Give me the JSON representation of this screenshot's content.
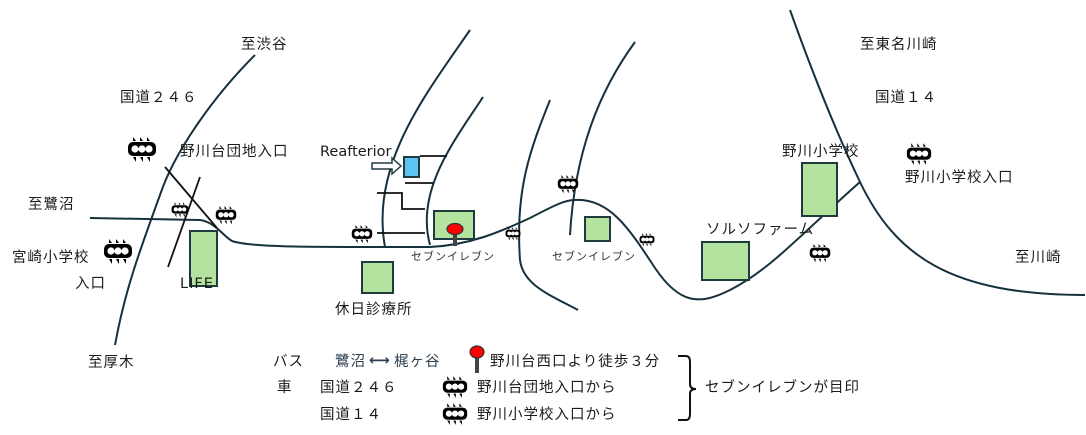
{
  "colors": {
    "building": "#b4e3a0",
    "highlight_building": "#5bc4f0",
    "pin": "#ff0000",
    "road": "#17303d"
  },
  "icons": {
    "traffic_light": "traffic-light-icon",
    "pin": "map-pin-icon",
    "arrow": "arrow-right-icon"
  },
  "labels": {
    "to_shibuya": "至渋谷",
    "route246": "国道２４６",
    "nogawadai_danchi_entrance": "野川台団地入口",
    "to_saginuma": "至鷺沼",
    "miyazaki_school": "宮崎小学校",
    "miyazaki_school_entrance": "入口",
    "life": "LIFE",
    "reafterior": "Reafterior",
    "seven_eleven_1": "セブンイレブン",
    "seven_eleven_2": "セブンイレブン",
    "holiday_clinic": "休日診療所",
    "to_atsugi": "至厚木",
    "nogawa_school": "野川小学校",
    "solso_farm": "ソルソファーム",
    "to_tomei_kawasaki": "至東名川崎",
    "route14": "国道１４",
    "nogawa_school_entrance": "野川小学校入口",
    "to_kawasaki": "至川崎"
  },
  "legend": {
    "bus_label": "バス",
    "bus_from": "鷺沼",
    "bus_arrow": "⟷",
    "bus_to": "梶ヶ谷",
    "bus_note": "野川台西口より徒歩３分",
    "car_label": "車",
    "car_route1": "国道２４６",
    "car_route1_note": "野川台団地入口から",
    "car_route2": "国道１４",
    "car_route2_note": "野川小学校入口から",
    "landmark_note": "セブンイレブンが目印"
  }
}
